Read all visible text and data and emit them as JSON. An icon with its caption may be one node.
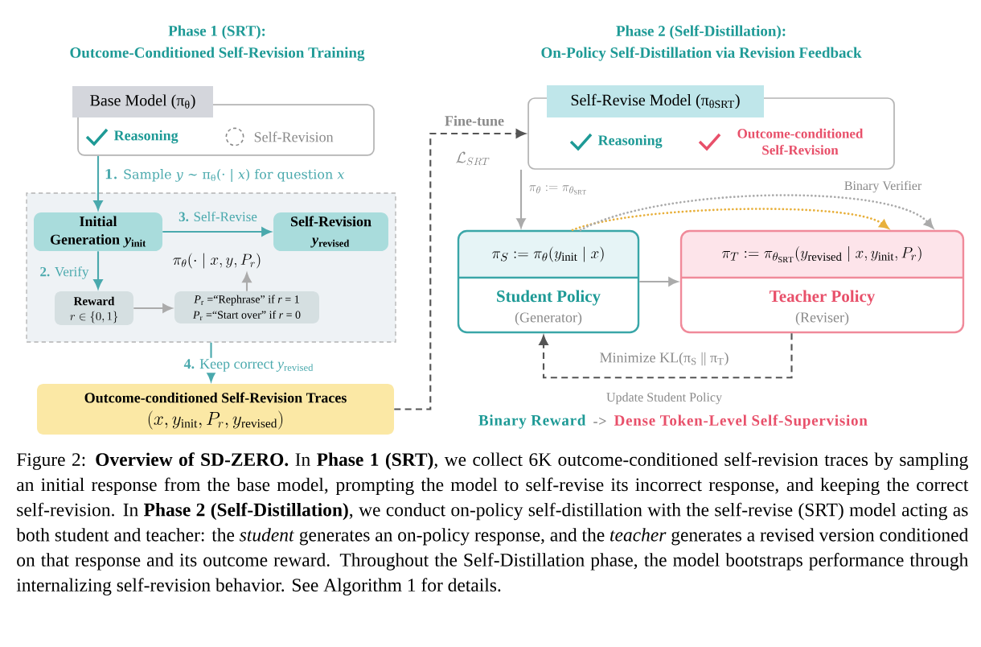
{
  "diagram": {
    "caption": "Figure 2: **Overview of SD-ZERO.** In **Phase 1 (SRT)**, we collect 6K outcome-conditioned self-revision traces by sampling an initial response from the base model, prompting the model to self-revise its incorrect response, and keeping the correct self-revision. In **Phase 2 (Self-Distillation)**, we conduct on-policy self-distillation with the self-revise (SRT) model acting as both student and teacher: the *student* generates an on-policy response, and the *teacher* generates a revised version conditioned on that response and its outcome reward. Throughout the Self-Distillation phase, the model bootstraps performance through internalizing self-revision behavior. See Algorithm 1 for details.",
    "nodes": [
      {
        "text": [
          "Base Model (π$_{θ}$)",
          "Reasoning",
          "Self-Revision"
        ]
      },
      {
        "text": [],
        "shape": "box"
      },
      {
        "text": [
          "Initial Generation *y*$_{init}$"
        ],
        "in": 1
      },
      {
        "text": [
          "Self-Revision *y*$_{revised}$"
        ],
        "in": 1
      },
      {
        "text": [
          "Reward",
          "r \\in \\{0, 1\\}"
        ],
        "in": 1
      },
      {
        "text": [
          "*P*$_{r}$ =“Rephrase” if *r* = 1",
          "*P*$_{r}$ =“Start over” if *r* = 0"
        ],
        "in": 1
      },
      {
        "text": [
          "\\pi_\\theta(\\cdot \\mid x, y, P_r)"
        ],
        "in": 1
      },
      {
        "text": [
          "Outcome-conditioned Self-Revision Traces",
          "(x, y_{\\mathrm{init}}, P_r, y_{\\mathrm{revised}})"
        ]
      },
      {
        "text": [
          "Self-Revise Model (π$_{θSRT}$)",
          "Reasoning",
          "Outcome-conditioned Self-Revision"
        ]
      },
      {
        "text": [
          "\\pi_S \\mathrel{:=} \\pi_\\theta(y_{\\mathrm{init}} \\mid x)",
          "Student Policy",
          "(Generator)"
        ]
      },
      {
        "text": [
          "\\pi_T \\mathrel{:=} \\pi_{\\theta_{\\mathrm{SRT}}}(y_{\\mathrm{revised}} \\mid x, y_{\\mathrm{init}}, P_r)",
          "Teacher Policy",
          "(Reviser)"
        ]
      }
    ],
    "edges": [
      {
        "from": 0,
        "to": 2,
        "arrow": "to",
        "label": "**1.** Sample *y* ∼ π$_{θ}$(· | *x*) for question *x*",
        "color": "#4aa9ad"
      },
      {
        "from": 2,
        "to": 3,
        "arrow": "to",
        "label": "**3.** Self-Revise",
        "color": "#4aa9ad"
      },
      {
        "from": 2,
        "to": 4,
        "arrow": "to",
        "label": "**2.** Verify",
        "color": "#4aa9ad"
      },
      {
        "from": 4,
        "to": 5,
        "arrow": "to"
      },
      {
        "from": 5,
        "to": 6,
        "arrow": "to"
      },
      {
        "from": 1,
        "to": 7,
        "arrow": "to",
        "label": "**4.** Keep correct *y*$_{revised}$",
        "color": "#4aa9ad"
      },
      {
        "from": 7,
        "to": 8,
        "arrow": "to",
        "label": "Fine-tune",
        "style": "dashed",
        "color": "#555555"
      },
      {
        "from": 8,
        "to": 9,
        "arrow": "to",
        "label": "\\pi_\\theta \\mathrel{:=} \\pi_{\\theta_{\\mathrm{SRT}}}"
      },
      {
        "from": 9,
        "to": 10,
        "arrow": "to"
      },
      {
        "from": 10,
        "to": 9,
        "arrow": "to",
        "label": "Minimize KL(π$_{S}$ || π$_{T}$)",
        "style": "dashed",
        "color": "#555555"
      },
      {
        "from": 9,
        "to": 10,
        "arrow": "to",
        "style": "dashed",
        "color": "#e8b03c"
      },
      {
        "from": 9,
        "to": 10,
        "arrow": "to",
        "label": "Binary Verifier",
        "style": "dashed"
      }
    ],
    "labels": [
      "Phase 1 (SRT):",
      "Outcome-Conditioned Self-Revision Training",
      "Phase 2 (Self-Distillation):",
      "On-Policy Self-Distillation via Revision Feedback",
      "\\mathcal{L}_{SRT}",
      "Update Student Policy",
      "Binary Reward",
      "->",
      "Dense Token-Level Self-Supervision"
    ]
  }
}
